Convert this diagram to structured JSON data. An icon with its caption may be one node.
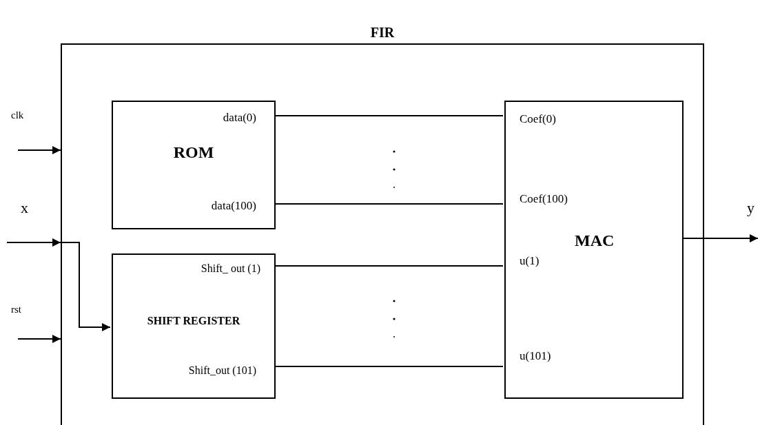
{
  "diagram": {
    "nodes": [
      {
        "text": [
          "FIR"
        ]
      },
      {
        "text": [
          "data(0)",
          "ROM",
          "data(100)"
        ],
        "in": 0
      },
      {
        "text": [
          "Shift_ out (1)",
          "SHIFT REGISTER",
          "Shift_out (101)"
        ],
        "in": 0
      },
      {
        "text": [
          "Coef(0)",
          "Coef(100)",
          "MAC",
          "u(1)",
          "u(101)"
        ],
        "in": 0
      }
    ],
    "edges": [
      {
        "from": null,
        "to": 0,
        "arrow": "to",
        "label": "clk"
      },
      {
        "from": null,
        "to": 0,
        "arrow": "to",
        "label": "x"
      },
      {
        "from": null,
        "to": 0,
        "arrow": "to",
        "label": "rst"
      },
      {
        "from": 0,
        "to": 2,
        "arrow": "to"
      },
      {
        "from": 1,
        "to": 3,
        "arrow": "none"
      },
      {
        "from": 1,
        "to": 3,
        "arrow": "none"
      },
      {
        "from": 2,
        "to": 3,
        "arrow": "none"
      },
      {
        "from": 2,
        "to": 3,
        "arrow": "none"
      },
      {
        "from": 3,
        "to": null,
        "arrow": "to",
        "label": "y"
      }
    ]
  }
}
